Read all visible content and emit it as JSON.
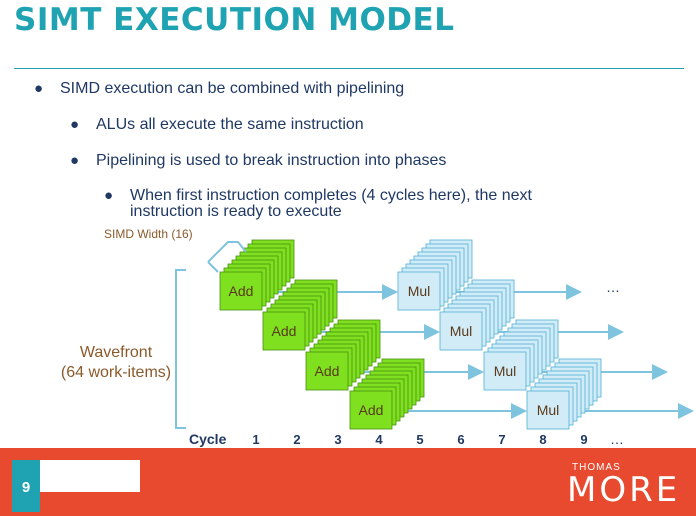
{
  "slide": {
    "title": "SIMT EXECUTION MODEL",
    "page_number": "9"
  },
  "bullets": [
    "SIMD execution can be combined with pipelining",
    "ALUs all execute the same instruction",
    "Pipelining is used to break instruction into phases",
    "When first instruction completes (4 cycles here), the next instruction is ready to execute"
  ],
  "diagram": {
    "simd_width_label": "SIMD Width (16)",
    "wavefront_label_line1": "Wavefront",
    "wavefront_label_line2": "(64 work-items)",
    "stage_add_label": "Add",
    "stage_mul_label": "Mul",
    "cycle_label": "Cycle",
    "cycles": [
      "1",
      "2",
      "3",
      "4",
      "5",
      "6",
      "7",
      "8",
      "9"
    ],
    "ellipsis": "…",
    "colors": {
      "add_fill": "#7ee01e",
      "add_stroke": "#4a8f10",
      "mul_fill": "#d2ecf7",
      "mul_stroke": "#4fb0d4",
      "arrow": "#7fc4df",
      "label_brown": "#8b5a2b"
    }
  },
  "logo": {
    "small": "THOMAS",
    "main": "MORE"
  }
}
